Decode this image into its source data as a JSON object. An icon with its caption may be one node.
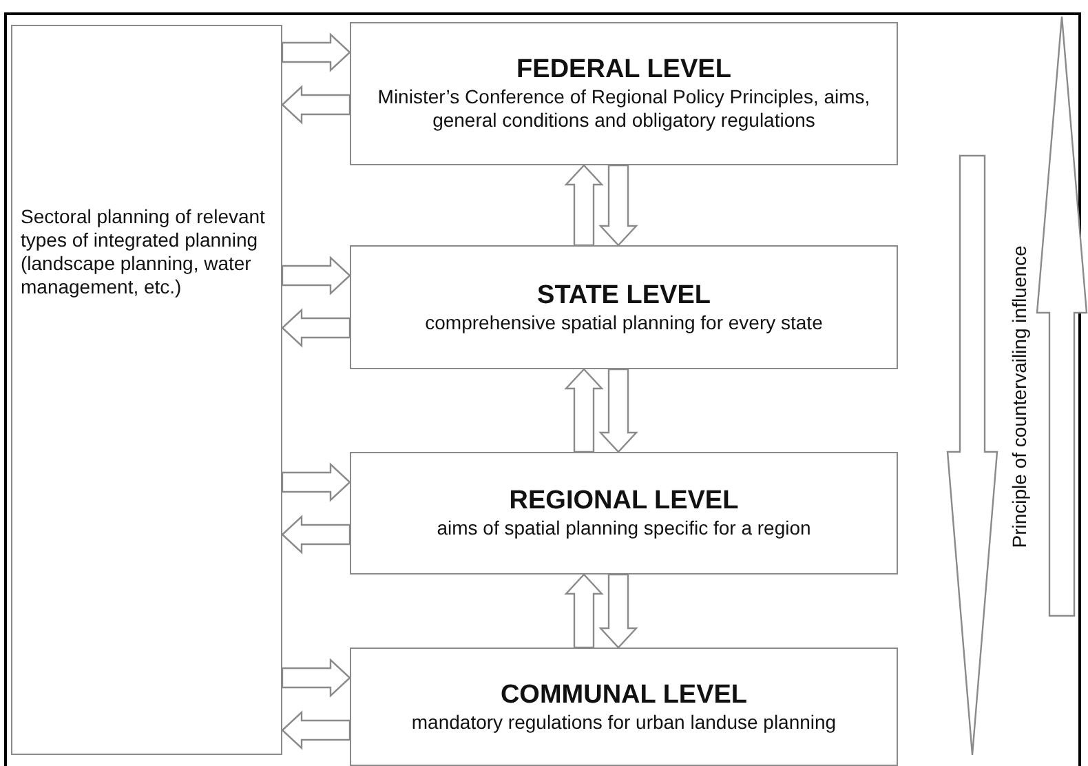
{
  "diagram": {
    "nodes": [
      {
        "text": [
          "Sectoral planning of relevant types of integrated planning (landscape planning, water management, etc.)"
        ]
      },
      {
        "text": [
          "FEDERAL LEVEL",
          "Minister’s Conference of Regional Policy Principles, aims, general conditions and obligatory regulations"
        ]
      },
      {
        "text": [
          "STATE LEVEL",
          "comprehensive spatial planning for every state"
        ]
      },
      {
        "text": [
          "REGIONAL LEVEL",
          "aims of spatial planning specific for a region"
        ]
      },
      {
        "text": [
          "COMMUNAL LEVEL",
          "mandatory regulations for urban landuse planning"
        ]
      }
    ],
    "edges": [
      {
        "from": 0,
        "to": 1,
        "arrow": "to"
      },
      {
        "from": 1,
        "to": 0,
        "arrow": "to"
      },
      {
        "from": 0,
        "to": 2,
        "arrow": "to"
      },
      {
        "from": 2,
        "to": 0,
        "arrow": "to"
      },
      {
        "from": 0,
        "to": 3,
        "arrow": "to"
      },
      {
        "from": 3,
        "to": 0,
        "arrow": "to"
      },
      {
        "from": 0,
        "to": 4,
        "arrow": "to"
      },
      {
        "from": 4,
        "to": 0,
        "arrow": "to"
      },
      {
        "from": 2,
        "to": 1,
        "arrow": "to"
      },
      {
        "from": 1,
        "to": 2,
        "arrow": "to"
      },
      {
        "from": 3,
        "to": 2,
        "arrow": "to"
      },
      {
        "from": 2,
        "to": 3,
        "arrow": "to"
      },
      {
        "from": 4,
        "to": 3,
        "arrow": "to"
      },
      {
        "from": 3,
        "to": 4,
        "arrow": "to"
      }
    ],
    "labels": [
      "Principle of countervailing influence"
    ]
  }
}
